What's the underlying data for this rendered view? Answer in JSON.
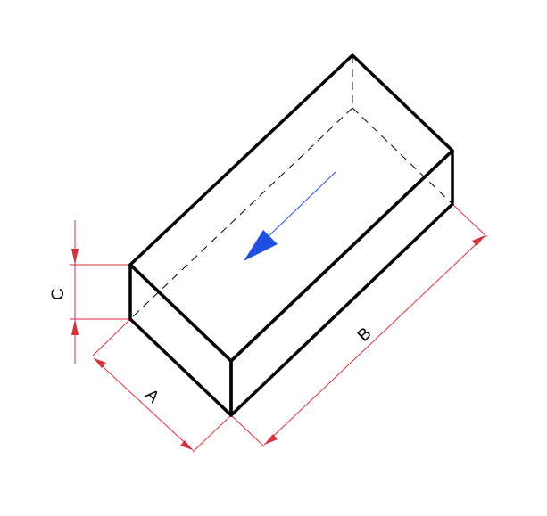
{
  "diagram": {
    "labels": {
      "length": "B",
      "width": "A",
      "height": "C"
    },
    "colors": {
      "edge": "#000000",
      "dimension": "#d9303a",
      "flow_arrow": "#1f4fe0"
    },
    "icons": {
      "flow": "direction-arrow-icon"
    }
  }
}
